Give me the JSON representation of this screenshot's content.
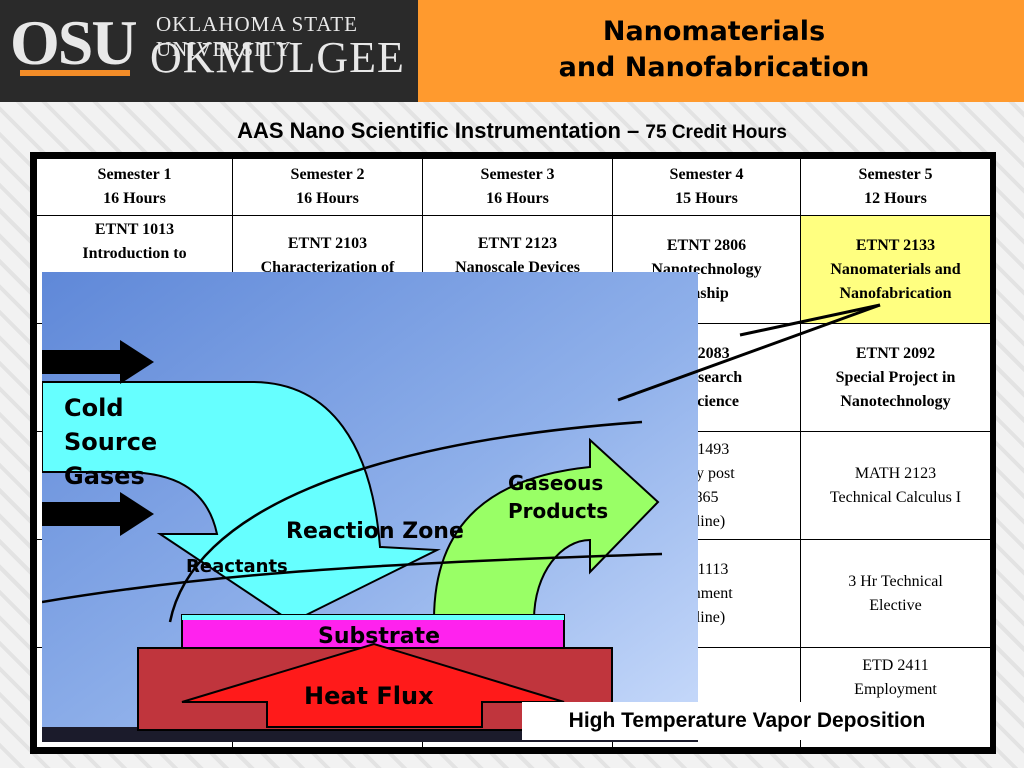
{
  "header": {
    "logo_main": "OSU",
    "logo_university": "OKLAHOMA STATE UNIVERSITY",
    "logo_campus": "OKMULGEE",
    "title_line1": "Nanomaterials",
    "title_line2": "and Nanofabrication"
  },
  "subtitle": {
    "main": "AAS Nano Scientific Instrumentation",
    "dash": "–",
    "hours": "75 Credit Hours"
  },
  "table": {
    "headers": [
      {
        "line1": "Semester 1",
        "line2": "16 Hours"
      },
      {
        "line1": "Semester 2",
        "line2": "16 Hours"
      },
      {
        "line1": "Semester 3",
        "line2": "16 Hours"
      },
      {
        "line1": "Semester 4",
        "line2": "15 Hours"
      },
      {
        "line1": "Semester 5",
        "line2": "12 Hours"
      }
    ],
    "rows": [
      {
        "c1": {
          "line1": "ETNT 1013",
          "line2": "Introduction to"
        },
        "c2": {
          "line1": "ETNT 2103",
          "line2": "Characterization of"
        },
        "c3": {
          "line1": "ETNT 2123",
          "line2": "Nanoscale Devices"
        },
        "c4": {
          "line1": "ETNT 2806",
          "line2": "Nanotechnology",
          "line3": "rnship"
        },
        "c5": {
          "line1": "ETNT 2133",
          "line2": "Nanomaterials and",
          "line3": "Nanofabrication"
        }
      },
      {
        "c4": {
          "line1": "T 2083",
          "line2": "l Research",
          "line3": "noscience"
        },
        "c5": {
          "line1": "ETNT 2092",
          "line2": "Special Project in",
          "line3": "Nanotechnology"
        }
      },
      {
        "c4": {
          "line1": "T 1493",
          "line2": "tory post",
          "line3": "865",
          "line4": "nline)"
        },
        "c5": {
          "line1": "MATH 2123",
          "line2": "Technical Calculus I"
        }
      },
      {
        "c4": {
          "line1": "S 1113",
          "line2": "ernment",
          "line3": "nline)"
        },
        "c5": {
          "line1": "3 Hr Technical",
          "line2": "Elective"
        }
      },
      {
        "c5": {
          "line1": "ETD 2411",
          "line2": "Employment"
        }
      }
    ]
  },
  "diagram": {
    "labels": {
      "cold_source_gases": [
        "Cold",
        "Source",
        "Gases"
      ],
      "gaseous_products": [
        "Gaseous",
        "Products"
      ],
      "reaction_zone": "Reaction Zone",
      "reactants": "Reactants",
      "substrate": "Substrate",
      "heat_flux": "Heat Flux"
    },
    "caption": "High Temperature Vapor Deposition"
  },
  "colors": {
    "orange": "#ff9a2e",
    "highlight": "#ffff80",
    "cyan": "#66ffff",
    "green": "#99ff66",
    "magenta": "#ff22ee",
    "heat": "#ff1a1a"
  }
}
